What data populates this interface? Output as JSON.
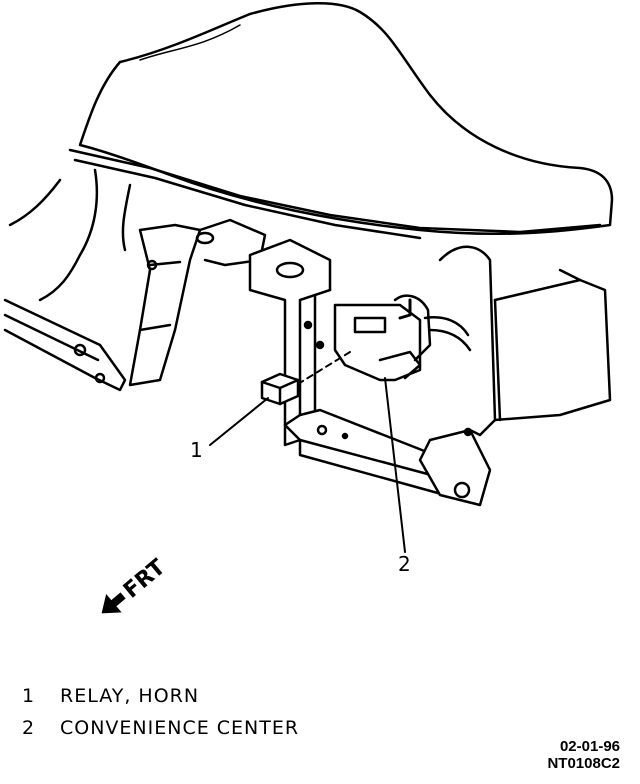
{
  "callouts": {
    "c1": "1",
    "c2": "2"
  },
  "direction_label": "FRT",
  "legend": [
    {
      "num": "1",
      "text": "RELAY, HORN"
    },
    {
      "num": "2",
      "text": "CONVENIENCE CENTER"
    }
  ],
  "stamp": {
    "date": "02-01-96",
    "code": "NT0108C2"
  },
  "colors": {
    "ink": "#000000",
    "paper": "#ffffff"
  }
}
